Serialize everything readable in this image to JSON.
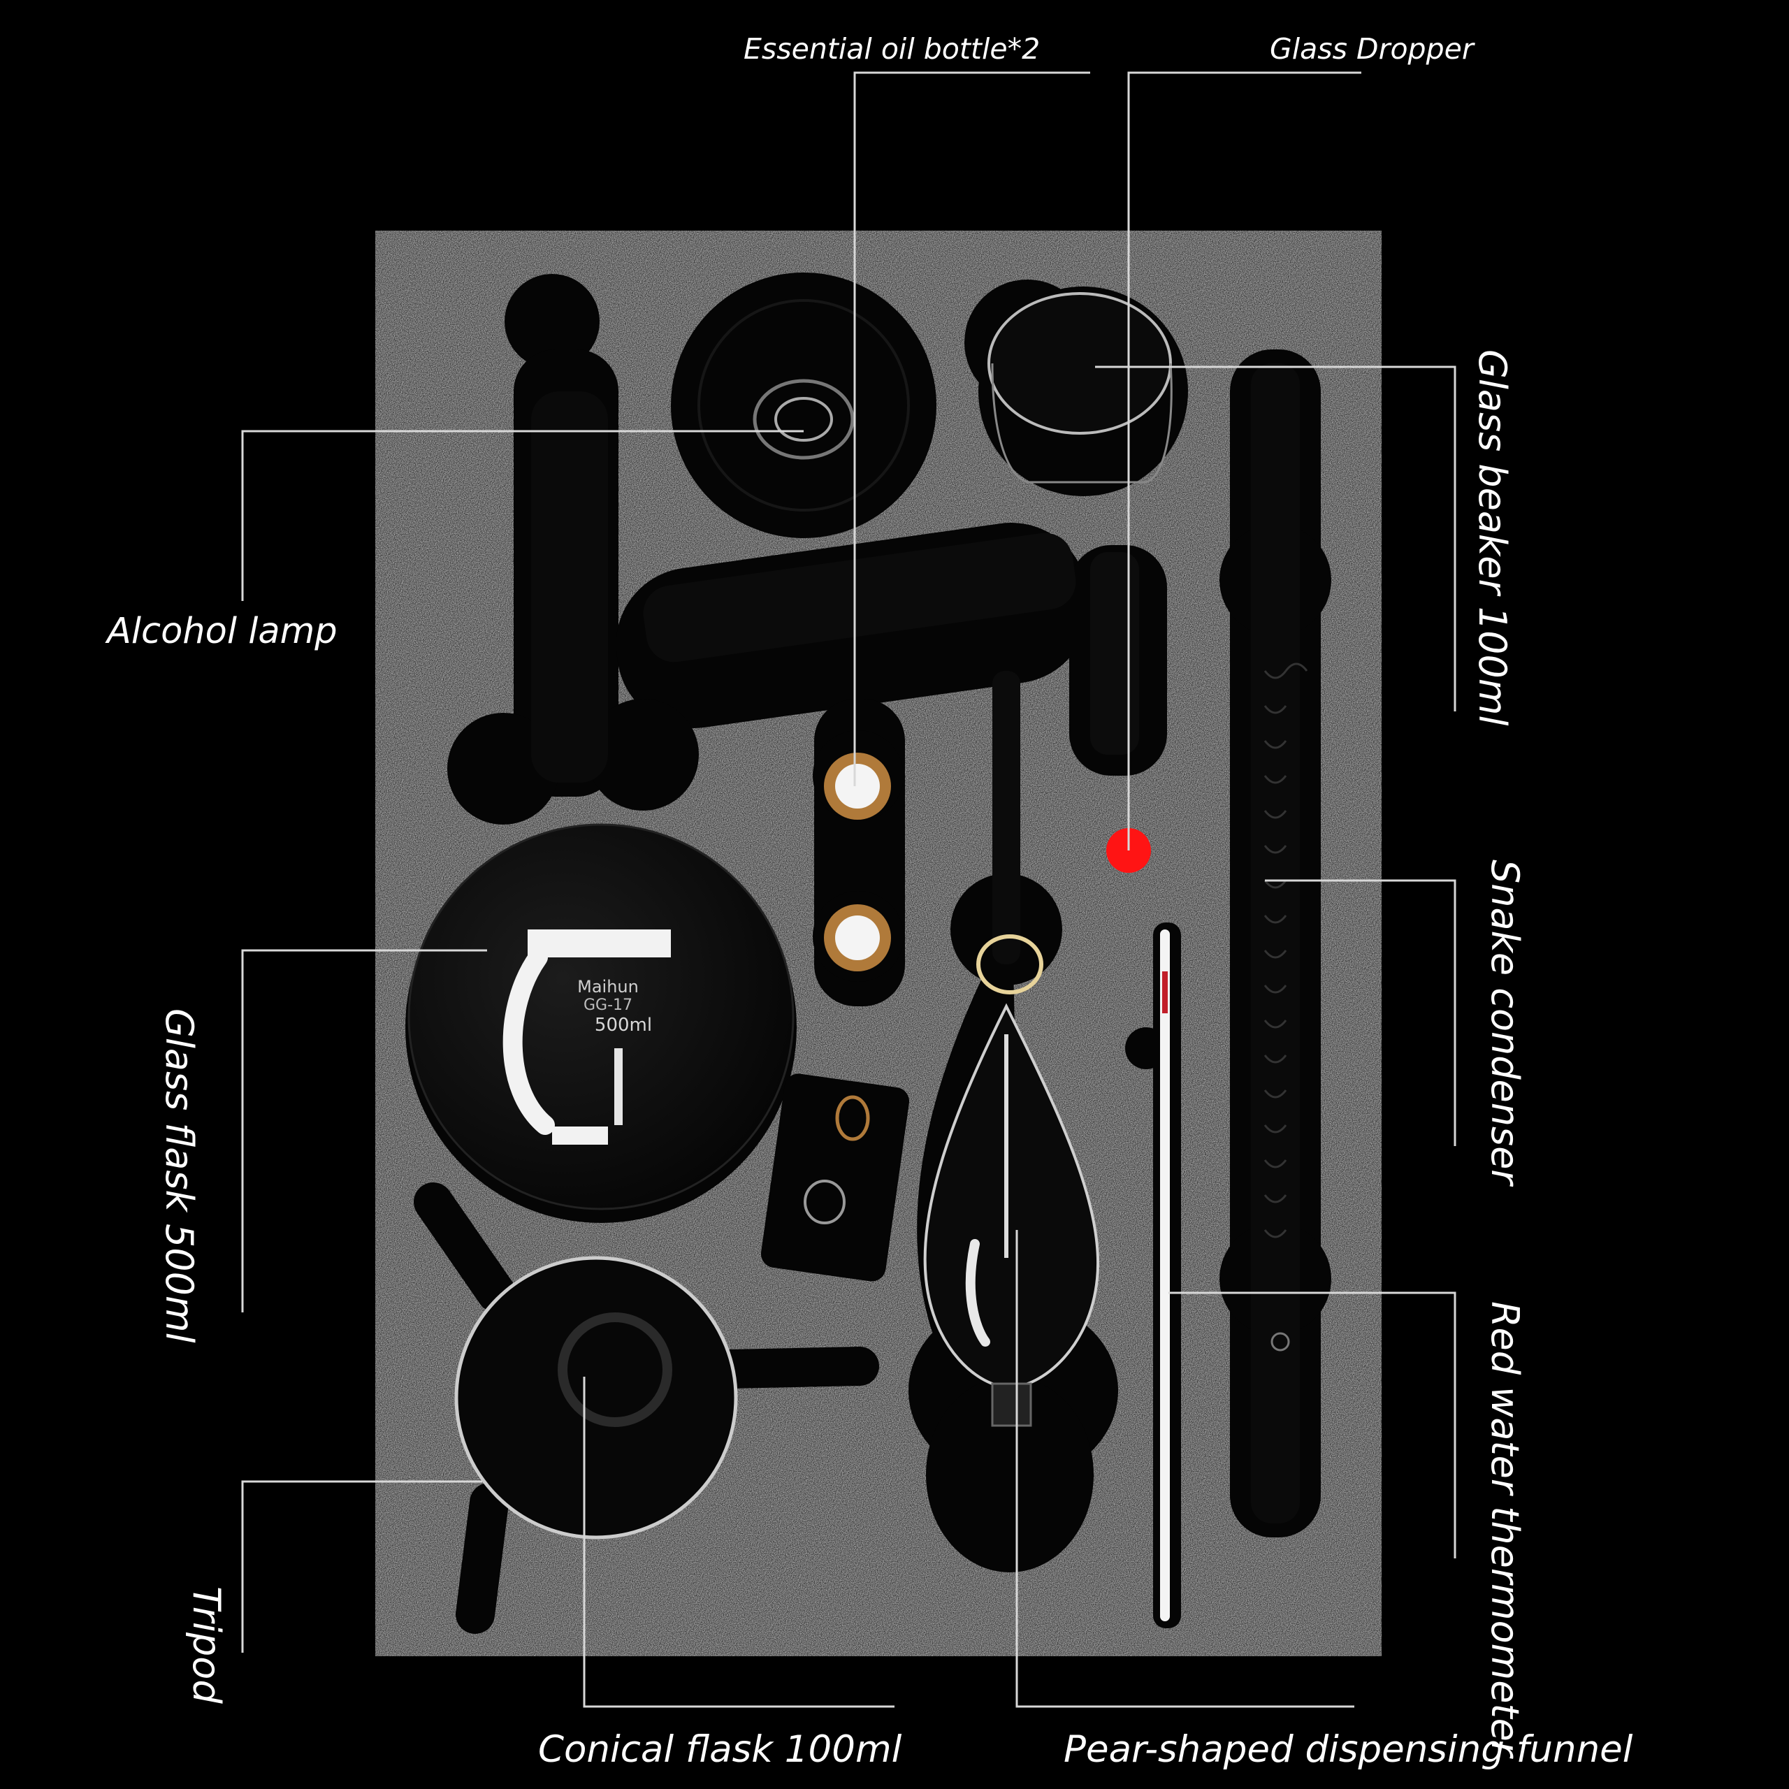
{
  "labels": {
    "essential_oil_bottle": "Essential oil bottle*2",
    "glass_dropper": "Glass Dropper",
    "alcohol_lamp": "Alcohol lamp",
    "glass_flask": "Glass flask 500ml",
    "tripod": "Tripod",
    "conical_flask": "Conical flask 100ml",
    "pear_funnel": "Pear-shaped dispensing funnel",
    "glass_beaker": "Glass beaker 100ml",
    "snake_condenser": "Snake condenser",
    "red_water_thermometer": "Red water thermometer"
  },
  "flask_marking": {
    "brand": "Maihun",
    "model": "GG-17",
    "volume": "500ml"
  },
  "colors": {
    "background": "#000000",
    "foam_tray": "#3b3b3b",
    "leader_line": "#d8d8d8",
    "label_text": "#ffffff",
    "dropper_bulb": "#ff1414",
    "cork_rim": "#b07a3a"
  }
}
